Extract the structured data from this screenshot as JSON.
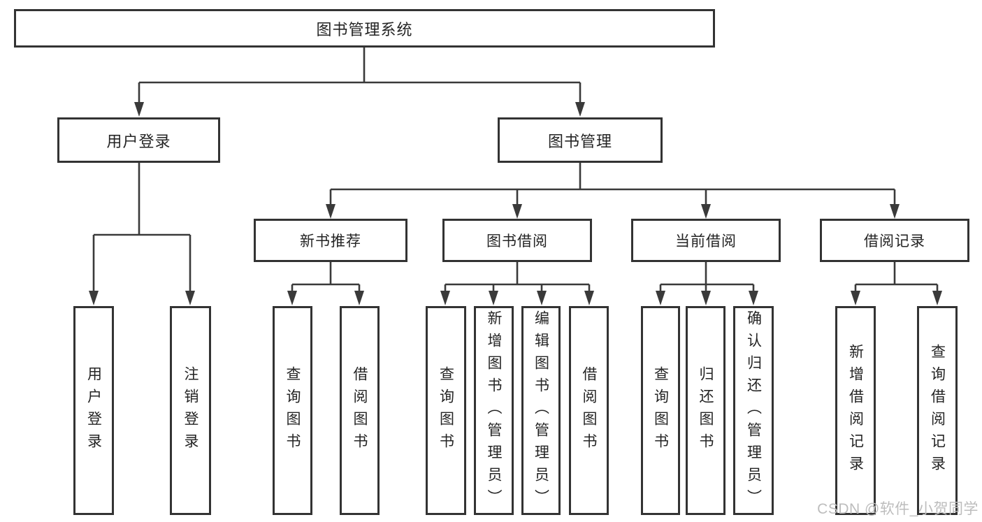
{
  "colors": {
    "line": "#3a3a3a",
    "border": "#333333",
    "text": "#242424",
    "watermark": "#bdbdbd",
    "background": "#ffffff"
  },
  "watermark": "CSDN @软件_小贺同学",
  "tree": {
    "label": "图书管理系统",
    "children": [
      {
        "label": "用户登录",
        "children": [
          {
            "label": "用户登录"
          },
          {
            "label": "注销登录"
          }
        ]
      },
      {
        "label": "图书管理",
        "children": [
          {
            "label": "新书推荐",
            "children": [
              {
                "label": "查询图书"
              },
              {
                "label": "借阅图书"
              }
            ]
          },
          {
            "label": "图书借阅",
            "children": [
              {
                "label": "查询图书"
              },
              {
                "label": "新增图书（管理员）"
              },
              {
                "label": "编辑图书（管理员）"
              },
              {
                "label": "借阅图书"
              }
            ]
          },
          {
            "label": "当前借阅",
            "children": [
              {
                "label": "查询图书"
              },
              {
                "label": "归还图书"
              },
              {
                "label": "确认归还（管理员）"
              }
            ]
          },
          {
            "label": "借阅记录",
            "children": [
              {
                "label": "新增借阅记录"
              },
              {
                "label": "查询借阅记录"
              }
            ]
          }
        ]
      }
    ]
  }
}
